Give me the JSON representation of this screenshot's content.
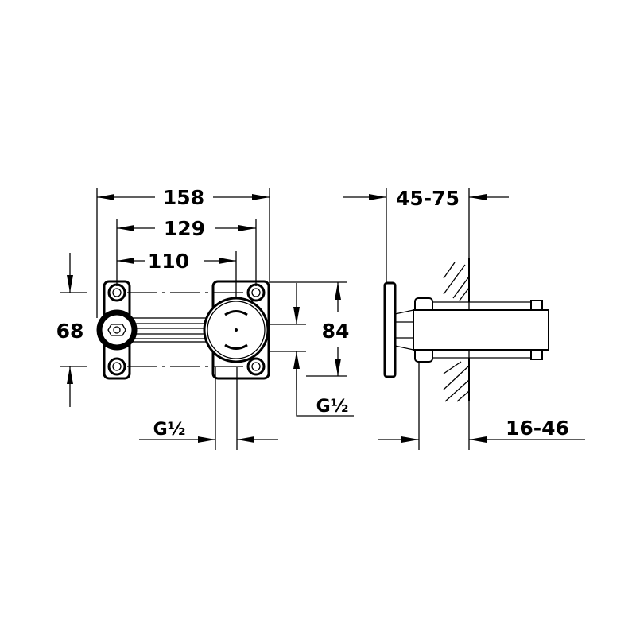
{
  "dimensions": {
    "width_total": "158",
    "bolt_spacing": "129",
    "center_distance": "110",
    "height_left": "68",
    "height_right": "84",
    "thread_right": "G½",
    "thread_bottom": "G½",
    "wall_depth": "45-75",
    "projection": "16-46"
  },
  "colors": {
    "line": "#000000",
    "background": "#ffffff"
  }
}
